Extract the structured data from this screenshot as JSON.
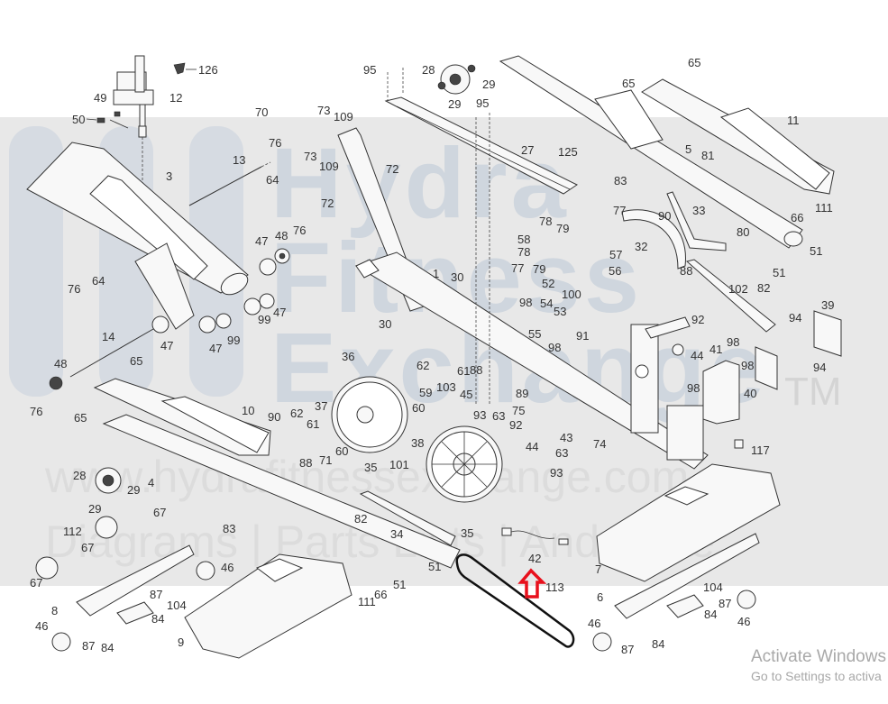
{
  "watermark": {
    "brand_line1": "Hydra",
    "brand_line2": "Fitness",
    "brand_line3": "Exchange",
    "trademark": "TM",
    "url": "www.hydrafitnessexchange.com",
    "tagline": "Diagrams | Parts Lists | And More"
  },
  "highlight": {
    "arrow_color": "#e8101c",
    "highlighted_part": "113",
    "description": "Red up-arrow pointing to part 42/113 (drive belt)"
  },
  "os_overlay": {
    "title": "Activate Windows",
    "subtitle": "Go to Settings to activa"
  },
  "parts": {
    "p1": "1",
    "p3": "3",
    "p4": "4",
    "p5": "5",
    "p6": "6",
    "p7": "7",
    "p8": "8",
    "p9": "9",
    "p10": "10",
    "p11": "11",
    "p12": "12",
    "p13": "13",
    "p14": "14",
    "p27": "27",
    "p28": "28",
    "p29": "29",
    "p30": "30",
    "p32": "32",
    "p33": "33",
    "p34": "34",
    "p35": "35",
    "p36": "36",
    "p37": "37",
    "p38": "38",
    "p39": "39",
    "p40": "40",
    "p41": "41",
    "p42": "42",
    "p43": "43",
    "p44": "44",
    "p45": "45",
    "p46": "46",
    "p47": "47",
    "p48": "48",
    "p49": "49",
    "p50": "50",
    "p51": "51",
    "p52": "52",
    "p53": "53",
    "p54": "54",
    "p55": "55",
    "p56": "56",
    "p57": "57",
    "p58": "58",
    "p59": "59",
    "p60": "60",
    "p61": "61",
    "p62": "62",
    "p63": "63",
    "p64": "64",
    "p65": "65",
    "p66": "66",
    "p67": "67",
    "p70": "70",
    "p71": "71",
    "p72": "72",
    "p73": "73",
    "p74": "74",
    "p75": "75",
    "p76": "76",
    "p77": "77",
    "p78": "78",
    "p79": "79",
    "p80": "80",
    "p81": "81",
    "p82": "82",
    "p83": "83",
    "p84": "84",
    "p87": "87",
    "p88": "88",
    "p89": "89",
    "p90": "90",
    "p91": "91",
    "p92": "92",
    "p93": "93",
    "p94": "94",
    "p95": "95",
    "p98": "98",
    "p99": "99",
    "p100": "100",
    "p101": "101",
    "p102": "102",
    "p103": "103",
    "p104": "104",
    "p109": "109",
    "p111": "111",
    "p112": "112",
    "p113": "113",
    "p117": "117",
    "p125": "125",
    "p126": "126"
  }
}
